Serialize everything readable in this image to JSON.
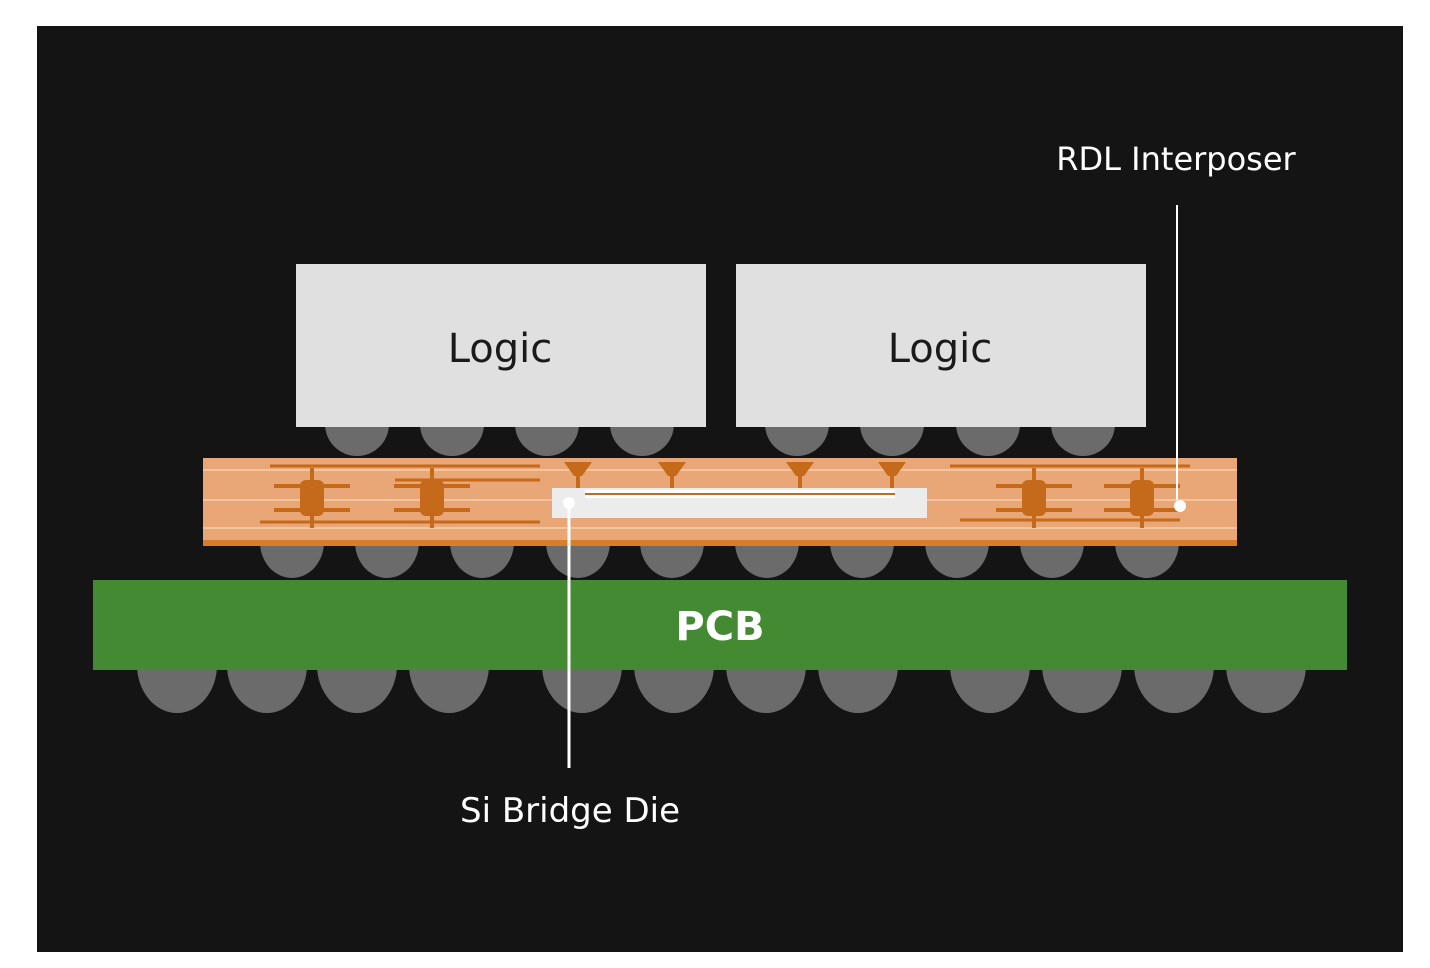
{
  "diagram": {
    "labels": {
      "logic_left": "Logic",
      "logic_right": "Logic",
      "pcb": "PCB",
      "rdl_interposer": "RDL Interposer",
      "si_bridge_die": "Si Bridge Die"
    },
    "colors": {
      "background": "#141414",
      "logic_die": "#e0e0e0",
      "interposer": "#e9a777",
      "interposer_trace": "#c46a1a",
      "bridge_die": "#ececec",
      "pcb": "#438a33",
      "solder_bump": "#6b6b6b",
      "callout_line": "#ffffff"
    }
  }
}
